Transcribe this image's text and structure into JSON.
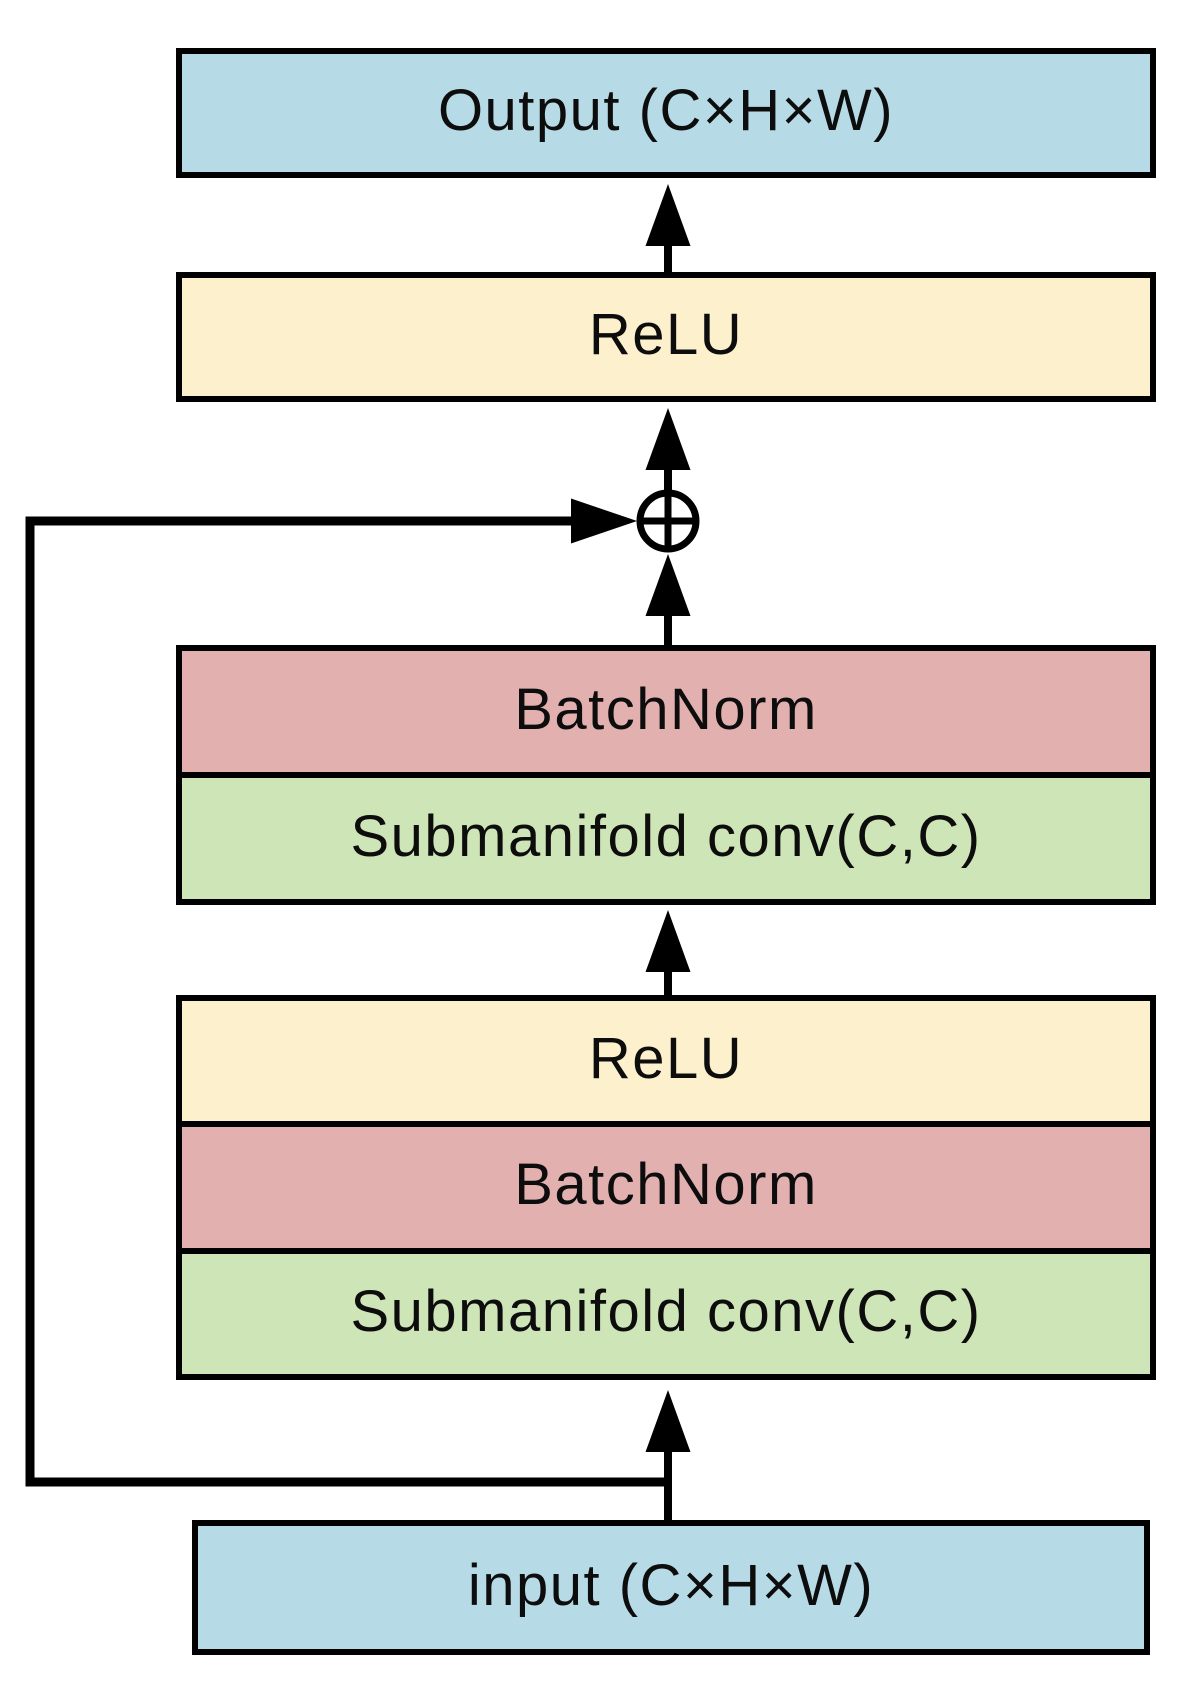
{
  "figure": {
    "type": "residual-block-diagram",
    "background": "#ffffff",
    "line_color": "#000000",
    "border_color": "#000000",
    "nodes": {
      "output": {
        "label": "Output (C×H×W)",
        "fill": "#b6dbe7"
      },
      "relu_top": {
        "label": "ReLU",
        "fill": "#fdf1cd"
      },
      "batchnorm_upper": {
        "label": "BatchNorm",
        "fill": "#e2b1af"
      },
      "subconv_upper": {
        "label": "Submanifold conv(C,C)",
        "fill": "#cee5b7"
      },
      "relu_mid": {
        "label": "ReLU",
        "fill": "#fdf1cd"
      },
      "batchnorm_lower": {
        "label": "BatchNorm",
        "fill": "#e2b1af"
      },
      "subconv_lower": {
        "label": "Submanifold conv(C,C)",
        "fill": "#cee5b7"
      },
      "input": {
        "label": "input (C×H×W)",
        "fill": "#b6dbe7"
      }
    },
    "icons": {
      "sum_node": "circle-plus",
      "connector": "up-arrow"
    },
    "connections": {
      "skip": "input to sum-node (elementwise add)",
      "main_path": "input → Submanifold conv(C,C) → BatchNorm → ReLU → Submanifold conv(C,C) → BatchNorm → ⊕ → ReLU → Output"
    }
  }
}
